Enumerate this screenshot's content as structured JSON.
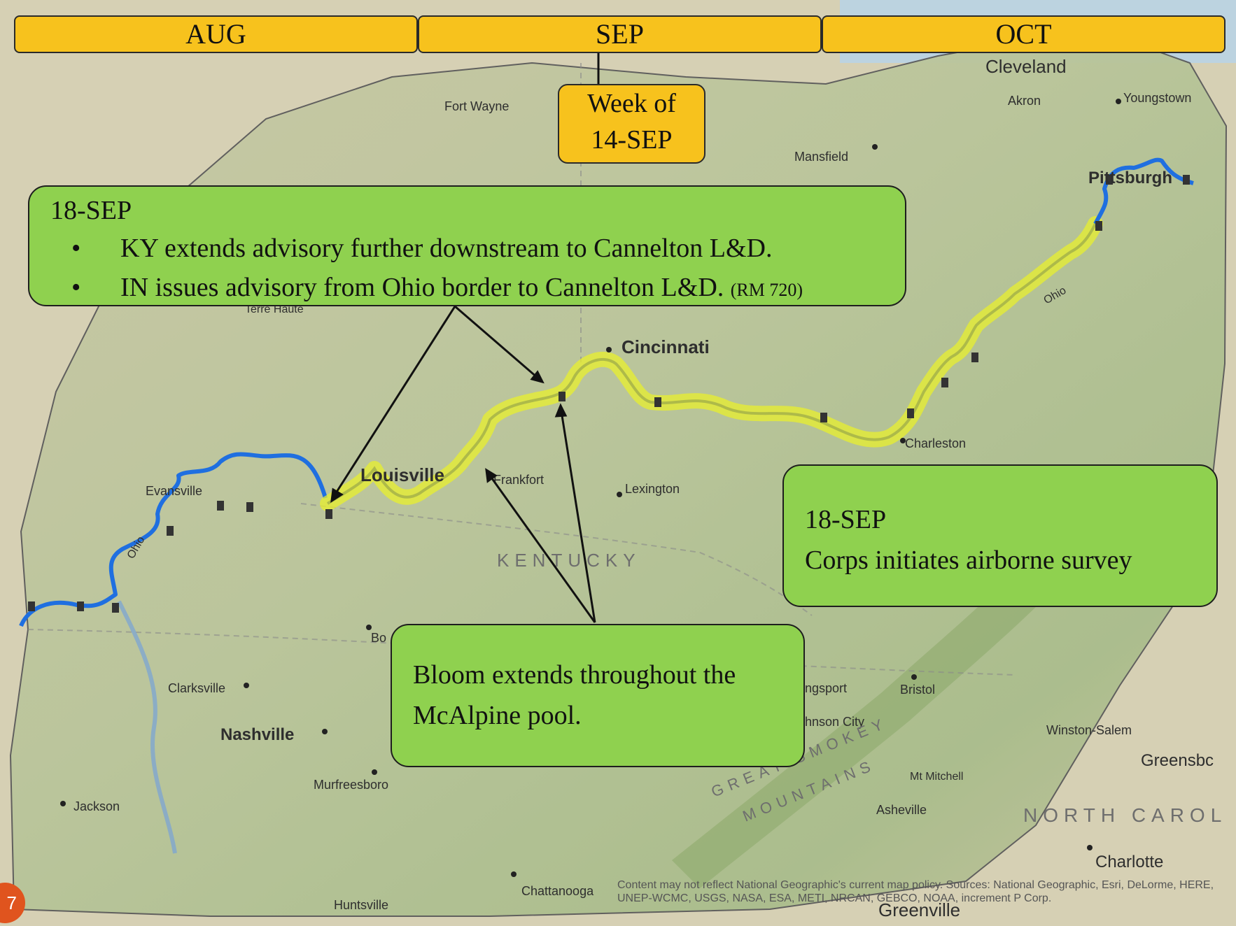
{
  "timeline": {
    "months": [
      {
        "label": "AUG"
      },
      {
        "label": "SEP"
      },
      {
        "label": "OCT"
      }
    ],
    "week_line1": "Week of",
    "week_line2": "14-SEP"
  },
  "callouts": {
    "advisory": {
      "date": "18-SEP",
      "bullet": "•",
      "line1": "KY extends advisory further downstream to Cannelton L&D.",
      "line2": "IN issues advisory from Ohio border to Cannelton L&D.",
      "line2_small": "(RM 720)"
    },
    "survey": {
      "date": "18-SEP",
      "text": "Corps initiates airborne survey"
    },
    "bloom": {
      "line1": "Bloom extends throughout the",
      "line2": "McAlpine pool."
    }
  },
  "map": {
    "cities": {
      "cleveland": "Cleveland",
      "akron": "Akron",
      "youngstown": "Youngstown",
      "fort_wayne": "Fort Wayne",
      "mansfield": "Mansfield",
      "pittsburgh": "Pittsburgh",
      "terre_haute": "Terre Haute",
      "cincinnati": "Cincinnati",
      "evansville": "Evansville",
      "louisville": "Louisville",
      "frankfort": "Frankfort",
      "lexington": "Lexington",
      "charleston": "Charleston",
      "bowling_green": "Bo",
      "clarksville": "Clarksville",
      "nashville": "Nashville",
      "murfreesboro": "Murfreesboro",
      "jackson": "Jackson",
      "kingsport": "ngsport",
      "bristol": "Bristol",
      "johnson_city": "hnson City",
      "winston_salem": "Winston-Salem",
      "greensboro": "Greensbc",
      "mt_mitchell": "Mt Mitchell",
      "asheville": "Asheville",
      "charlotte": "Charlotte",
      "chattanooga": "Chattanooga",
      "huntsville": "Huntsville",
      "greenville": "Greenville"
    },
    "regions": {
      "kentucky": "KENTUCKY",
      "north_carolina": "NORTH CAROL",
      "great_smoky": "GREAT SMOKEY",
      "mountains": "MOUNTAINS"
    },
    "river_labels": [
      "Ohio",
      "Ohio"
    ],
    "colors": {
      "river_blue": "#1f6fe0",
      "bloom_yellow": "#e8ef2e",
      "box_green": "#8fd14f",
      "timeline_orange": "#f7c21d"
    }
  },
  "credit": "Content may not reflect National Geographic's current map policy. Sources: National Geographic, Esri, DeLorme, HERE, UNEP-WCMC, USGS, NASA, ESA, METI, NRCAN, GEBCO, NOAA, increment P Corp.",
  "page_number": "7"
}
